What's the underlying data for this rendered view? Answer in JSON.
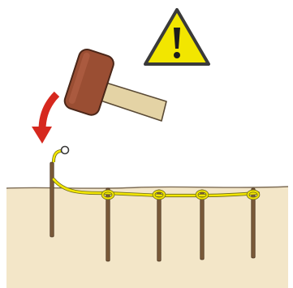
{
  "illustration": {
    "warning_icon": {
      "name": "warning-icon",
      "glyph": "!"
    },
    "hammer": {
      "name": "hammer-icon"
    },
    "arrow": {
      "name": "curved-arrow-icon"
    },
    "stakes": [
      {
        "name": "stake-1",
        "loop": "hook"
      },
      {
        "name": "stake-2",
        "loop": "wrap"
      },
      {
        "name": "stake-3",
        "loop": "wrap"
      },
      {
        "name": "stake-4",
        "loop": "wrap"
      },
      {
        "name": "stake-5",
        "loop": "wrap"
      }
    ],
    "colors": {
      "sky": "#ffffff",
      "ground": "#f3e6c8",
      "ground_line": "#7d6c55",
      "stake": "#7a5a3a",
      "cord": "#f2e600",
      "cord_outline": "#6e6a1c",
      "warning_fill": "#f2e600",
      "warning_border": "#3a3a3a",
      "hammer_head": "#9a4e33",
      "hammer_handle": "#e4d3a5",
      "arrow": "#d6281e"
    }
  }
}
